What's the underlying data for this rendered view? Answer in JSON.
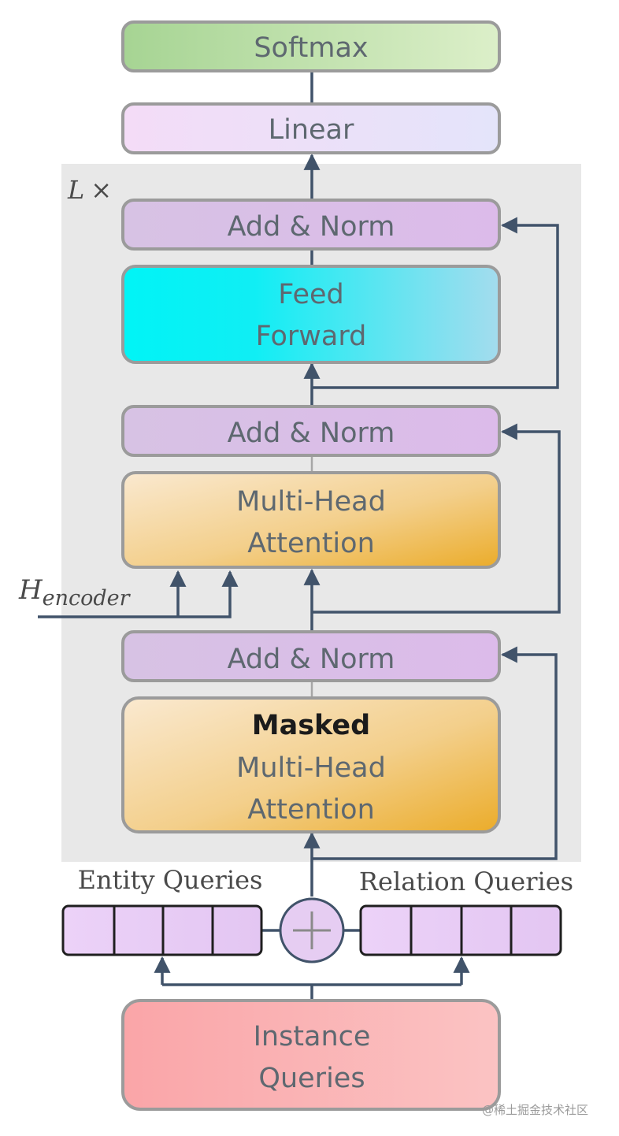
{
  "blocks": {
    "softmax": "Softmax",
    "linear": "Linear",
    "add_norm_top": "Add & Norm",
    "feed_forward": [
      "Feed",
      "Forward"
    ],
    "add_norm_mid": "Add & Norm",
    "cross_attention": [
      "Multi-Head",
      "Attention"
    ],
    "add_norm_bottom": "Add & Norm",
    "masked_attention": {
      "bold": "Masked",
      "lines": [
        "Multi-Head",
        "Attention"
      ]
    },
    "instance_queries": [
      "Instance",
      "Queries"
    ]
  },
  "repeat_label": {
    "symbol": "L",
    "times": "×"
  },
  "encoder_label": {
    "base": "H",
    "subscript": "encoder"
  },
  "query_labels": {
    "entity": "Entity Queries",
    "relation": "Relation Queries"
  },
  "plus_symbol": "+",
  "watermark": "@稀土掘金技术社区",
  "colors": {
    "line": "#41536a",
    "block_border": "#9b9b9b",
    "panel": "#e8e8e8",
    "add_norm": "#d9bde6",
    "softmax": "#b5dca0",
    "linear": "#ecd9f7",
    "feed_forward": "#1feaf2",
    "attention": "#f3c96a",
    "instance_queries": "#fbb0b2",
    "query_cells": "#ecd0f7"
  }
}
